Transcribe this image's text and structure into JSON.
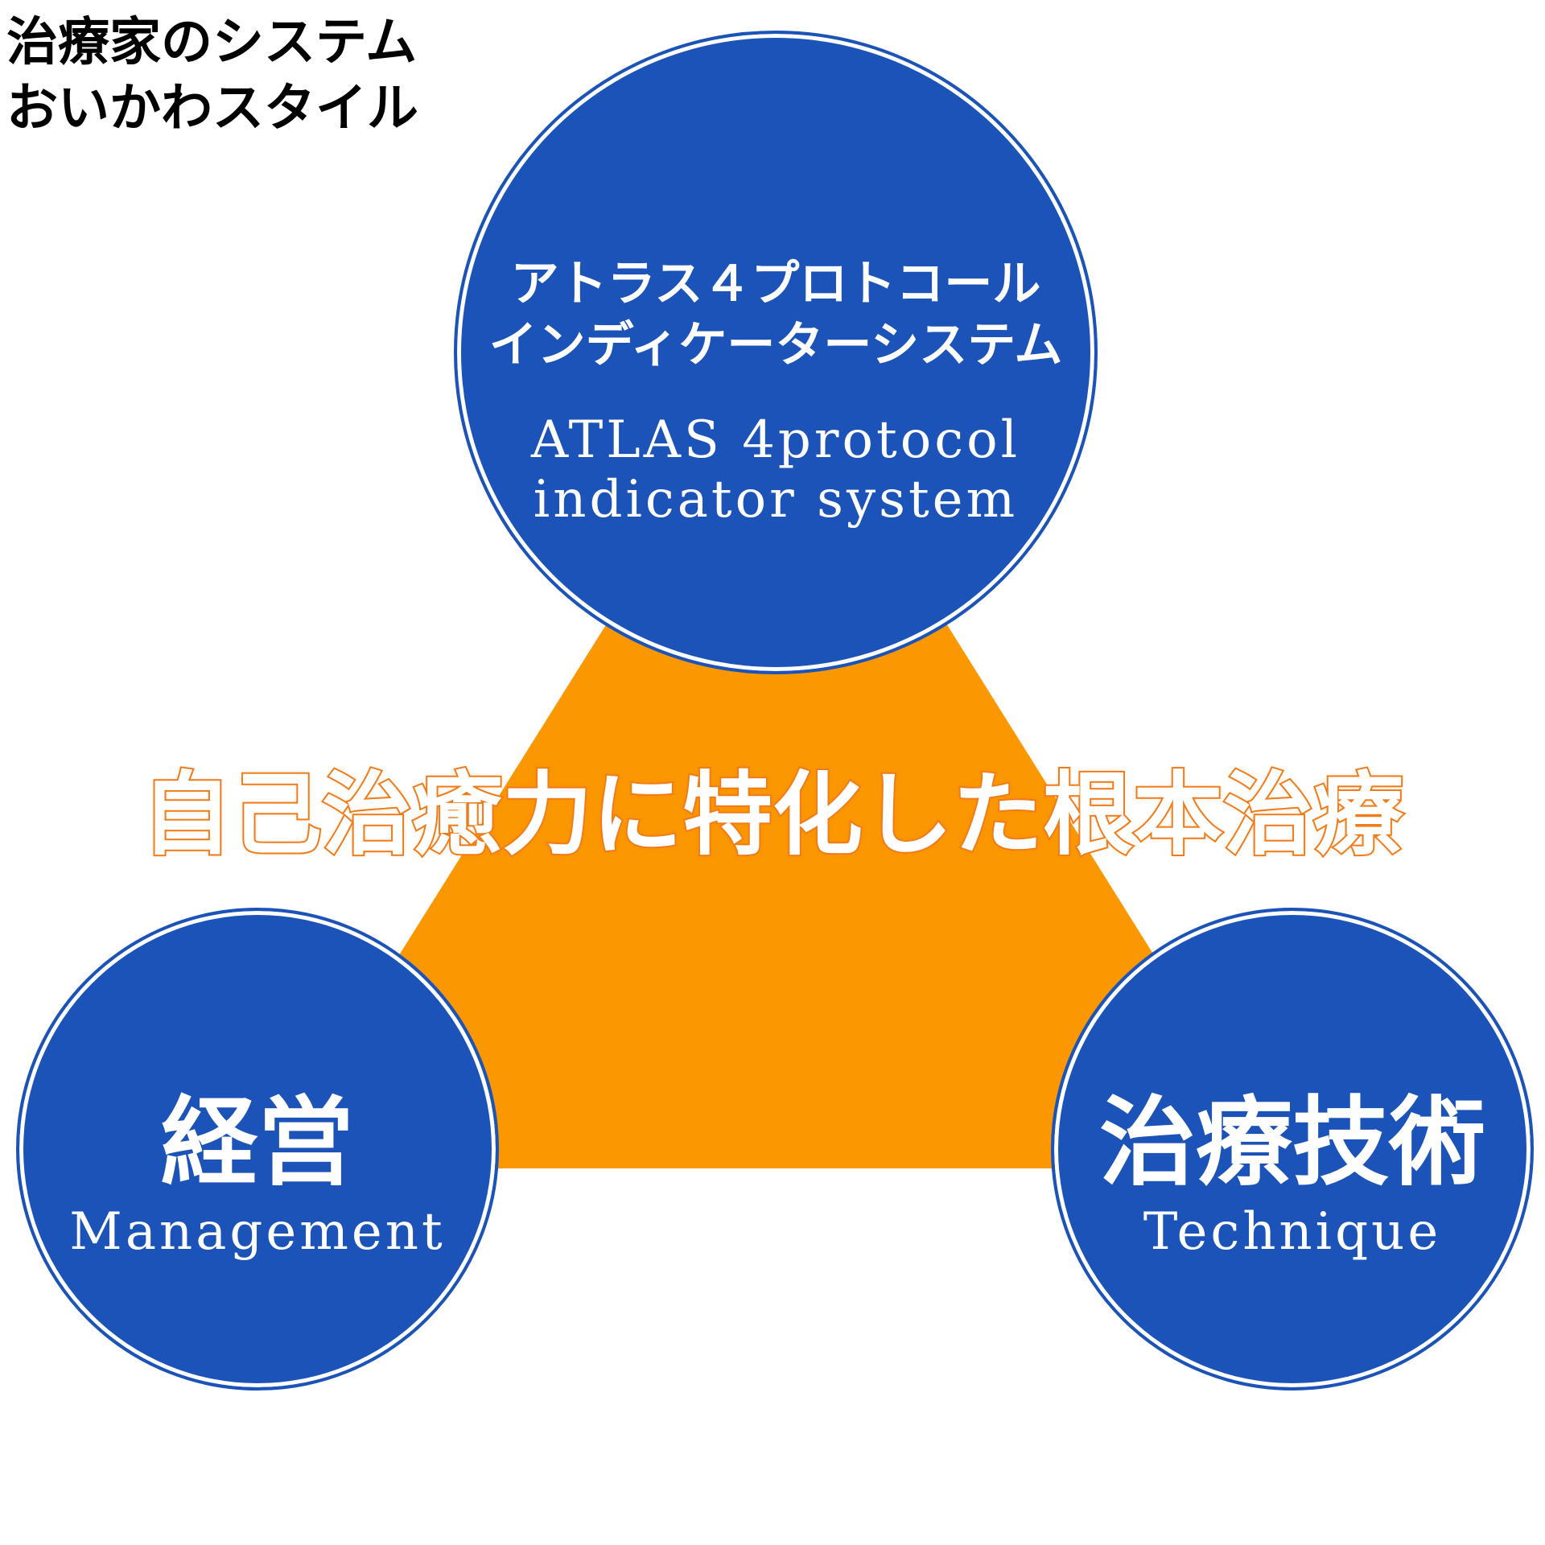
{
  "title": {
    "line1": "治療家のシステム",
    "line2": "おいかわスタイル"
  },
  "center_label": "自己治癒力に特化した根本治療",
  "nodes": {
    "top": {
      "jp_line1": "アトラス４プロトコール",
      "jp_line2": "インディケーターシステム",
      "en_line1": "ATLAS 4protocol",
      "en_line2": "indicator system"
    },
    "left": {
      "jp": "経営",
      "en": "Management"
    },
    "right": {
      "jp": "治療技術",
      "en": "Technique"
    }
  },
  "colors": {
    "circle_fill": "#1b53b8",
    "triangle_fill": "#fb9700",
    "center_text_outline": "#f07c1a"
  }
}
